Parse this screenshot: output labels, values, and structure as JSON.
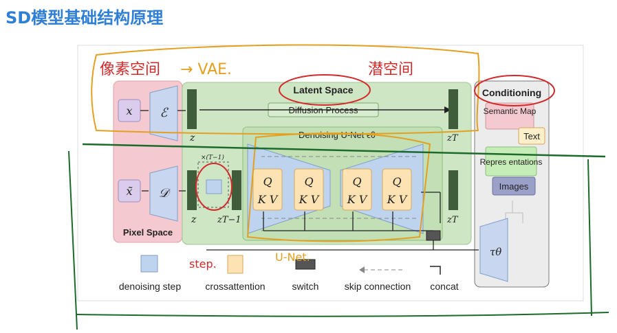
{
  "slide_title": "SD模型基础结构原理",
  "diagram": {
    "latent_space_label": "Latent Space",
    "diffusion_process_label": "Diffusion Process",
    "denoising_unet_label": "Denoising U-Net ϵθ",
    "pixel_space_label": "Pixel Space",
    "conditioning_label": "Conditioning",
    "conditioning_items": [
      "Semantic Map",
      "Text",
      "Repres entations",
      "Images"
    ],
    "symbols": {
      "x": "x",
      "x_tilde": "x̃",
      "encoder": "ℰ",
      "decoder": "𝒟",
      "z": "z",
      "z_T": "zT",
      "z_T_minus_1": "zT−1",
      "times_T_minus_1": "×(T−1)",
      "tau_theta": "τθ",
      "Q": "Q",
      "KV": "K V"
    },
    "legend": [
      "denoising step",
      "crossattention",
      "switch",
      "skip connection",
      "concat"
    ]
  },
  "annotations": {
    "vae_note": "→ VAE.",
    "pixel_note": "像素空间",
    "latent_note": "潜空间",
    "step_note": "step.",
    "unet_note": "U-Net."
  },
  "colors": {
    "title": "#2f7fd6",
    "pixel_space_fill": "#f4c9cf",
    "latent_space_fill": "#cfe6c4",
    "unet_fill": "#bdd3ee",
    "qkv_fill": "#fde3b3",
    "dark_green_bar": "#3f5d3a",
    "encoder_fill": "#c8d6f0",
    "annotation_red": "#d22a2a",
    "annotation_orange": "#e3a020",
    "annotation_green": "#1b6a2b"
  }
}
